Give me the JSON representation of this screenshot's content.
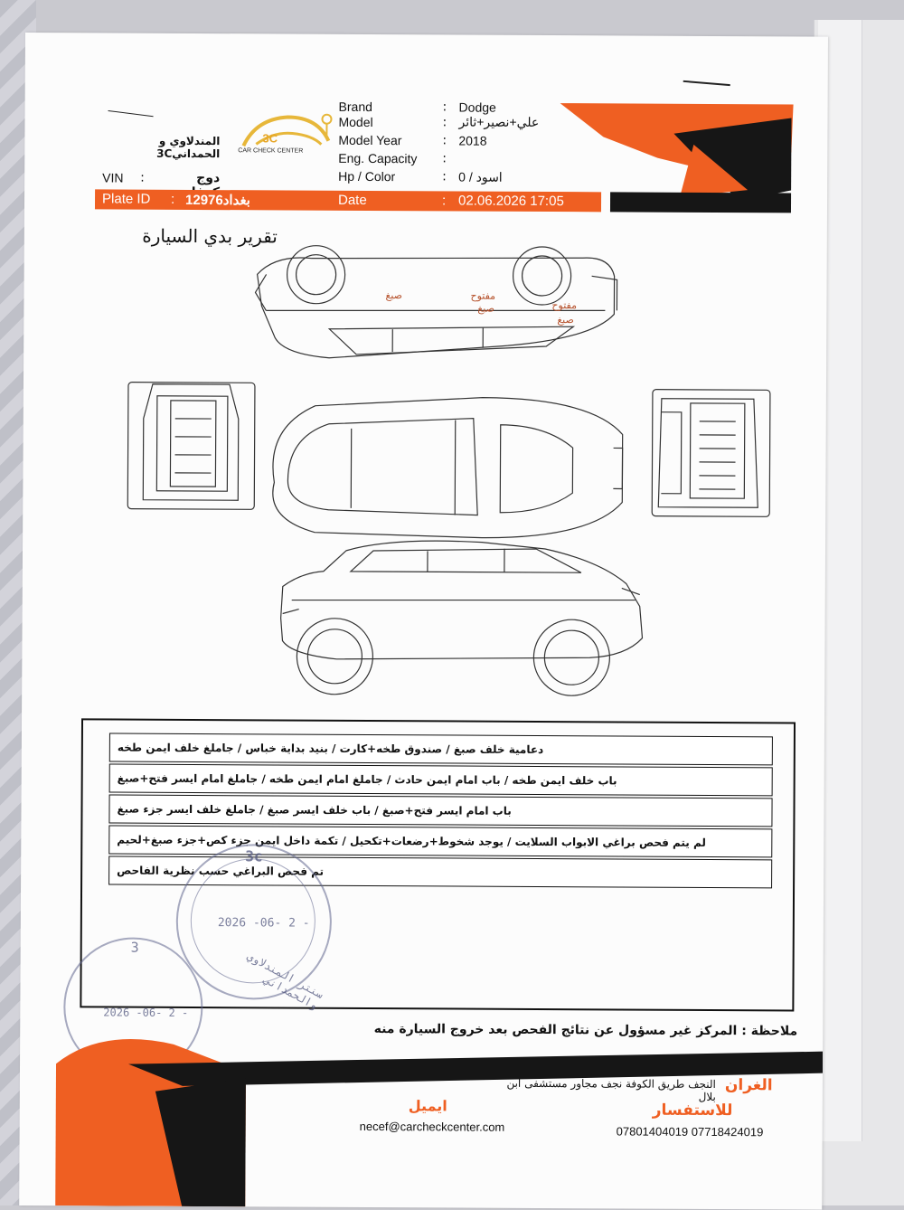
{
  "header": {
    "company_name": "المندلاوي و الحمداني3C",
    "logo_text": "3C",
    "logo_caption": "CAR CHECK CENTER",
    "vin_label": "VIN",
    "vin_value": "دوج كرفان",
    "fields": [
      {
        "label": "Brand",
        "value": "Dodge"
      },
      {
        "label": "Model",
        "value": "علي+نصير+ثائر"
      },
      {
        "label": "Model Year",
        "value": "2018"
      },
      {
        "label": "Eng. Capacity",
        "value": ""
      },
      {
        "label": "Hp / Color",
        "value": "0 / اسود"
      }
    ],
    "plate_label": "Plate ID",
    "plate_value": "بغداد12976",
    "date_label": "Date",
    "date_value": "02.06.2026 17:05"
  },
  "report_title": "تقرير بدي السيارة",
  "diagram_marks": {
    "mark1": "صبغ",
    "mark2_top": "مفتوح",
    "mark2_bottom": "صبغ",
    "mark3_top": "مفتوح",
    "mark3_bottom": "صبغ"
  },
  "notes": [
    "دعامية خلف صبغ / صندوق طخه+كارت / بنيد بداية خباس / جاملغ خلف ايمن طخه",
    "باب خلف ايمن طخه / باب امام ايمن حادث / جاملغ امام ايمن طخه / جاملغ امام ايسر فتح+صبغ",
    "باب امام ايسر فتح+صبغ / باب خلف ايسر صبغ / جاملغ خلف ايسر جزء صبغ",
    "لم يتم فحص براغي الابواب السلايت / يوجد شخوط+رضعات+تكحيل / تكمة داخل ايمن جزء كص+جزء صبغ+لحيم",
    "تم فحص البراغي حسب نظرية الفاحص"
  ],
  "stamps": {
    "date1": "2026 -06- 2 -",
    "date2": "2026 -06- 2 -",
    "stamp_3c": "3c",
    "stamp_num": "3",
    "stamp_arc": "سنتر المندلاوي والحمداني"
  },
  "footer": {
    "disclaimer_label": "ملاحظة :",
    "disclaimer_text": "المركز غير مسؤول عن نتائج الفحص بعد خروج السيارة منه",
    "branch_label": "الغران",
    "address": "النجف طريق الكوفة نجف مجاور مستشفى ابن بلال",
    "email_label": "ايميل",
    "email": "necef@carcheckcenter.com",
    "contact_label": "للاستفسار",
    "phones": "07801404019 07718424019"
  },
  "colors": {
    "orange": "#ef5f22",
    "black": "#161616",
    "stamp": "#5a5f8c",
    "mark": "#b5502a"
  }
}
